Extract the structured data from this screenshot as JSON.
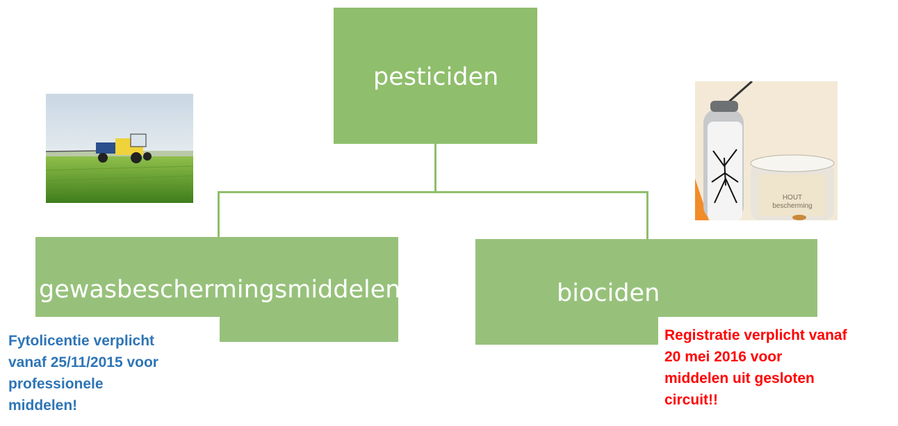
{
  "diagram": {
    "root": {
      "label": "pesticiden"
    },
    "children": [
      {
        "label": "gewasbeschermingsmiddelen"
      },
      {
        "label": "biociden"
      }
    ]
  },
  "notes": {
    "left": {
      "color": "#2e75b6",
      "lines": [
        "Fytolicentie verplicht",
        "vanaf 25/11/2015 voor",
        "professionele",
        "middelen!"
      ]
    },
    "right": {
      "color": "#ff0000",
      "lines": [
        "Registratie verplicht vanaf",
        "20 mei 2016 voor",
        "middelen uit gesloten",
        "circuit!!"
      ]
    }
  },
  "images": {
    "left": {
      "name": "tractor-spraying-field-photo"
    },
    "right": {
      "name": "spray-can-and-paint-tin-photo",
      "can_label": [
        "HOUT",
        "bescherming"
      ]
    }
  },
  "colors": {
    "box_fill": "#97c17b",
    "connector": "#8fbe6c",
    "box_text": "#ffffff"
  }
}
